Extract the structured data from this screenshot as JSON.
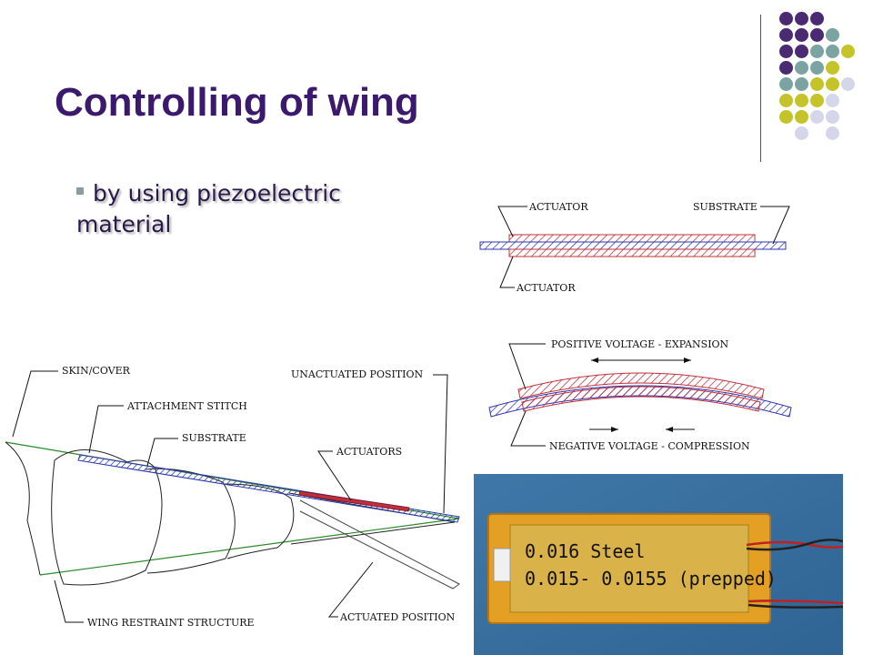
{
  "slide": {
    "title": "Controlling of wing",
    "bullet": "by using piezoelectric material"
  },
  "diagram_top": {
    "actuator_top": "ACTUATOR",
    "substrate": "SUBSTRATE",
    "actuator_bottom": "ACTUATOR"
  },
  "diagram_bend": {
    "positive": "POSITIVE VOLTAGE - EXPANSION",
    "negative": "NEGATIVE VOLTAGE - COMPRESSION"
  },
  "diagram_wing": {
    "skin": "SKIN/COVER",
    "stitch": "ATTACHMENT STITCH",
    "substrate": "SUBSTRATE",
    "unactuated": "UNACTUATED POSITION",
    "actuators": "ACTUATORS",
    "restraint": "WING RESTRAINT STRUCTURE",
    "actuated": "ACTUATED POSITION"
  },
  "photo": {
    "line1": "0.016 Steel",
    "line2": "0.015- 0.0155 (prepped)"
  },
  "colors": {
    "title": "#3b1a6e",
    "dot_purple": "#4b2a74",
    "dot_teal": "#7aa3a2",
    "dot_olive": "#c4c42a",
    "dot_lavender": "#d6d6ea"
  }
}
